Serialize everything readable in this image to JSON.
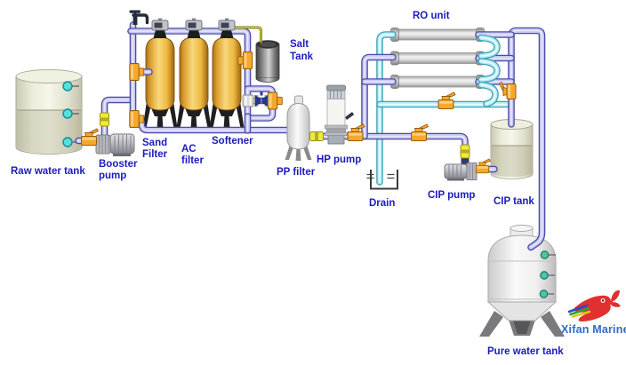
{
  "colors": {
    "label_text": "#1b1bbe",
    "pipe_water_fill": "#c6c6f1",
    "pipe_water_outline": "#4d4da6",
    "pipe_drain_fill": "#b6edf6",
    "pipe_drain_outline": "#3fa3b8",
    "valve_orange": "#f4a82e",
    "fitting_yellow": "#f1e93c",
    "filter_vessel_yellow": "#f0c050",
    "membrane_gray": "#d9d9d9",
    "brand_red": "#e03030",
    "brand_blue": "#2b6cc4"
  },
  "labels": {
    "raw_water_tank": "Raw water tank",
    "booster_pump_line1": "Booster",
    "booster_pump_line2": "pump",
    "sand_filter_line1": "Sand",
    "sand_filter_line2": "Filter",
    "ac_filter_line1": "AC",
    "ac_filter_line2": "filter",
    "softener": "Softener",
    "salt_tank_line1": "Salt",
    "salt_tank_line2": "Tank",
    "pp_filter": "PP filter",
    "hp_pump": "HP pump",
    "drain": "Drain",
    "ro_unit": "RO unit",
    "cip_pump": "CIP pump",
    "cip_tank": "CIP tank",
    "pure_water_tank": "Pure water tank",
    "brand": "Xifan Marine"
  }
}
